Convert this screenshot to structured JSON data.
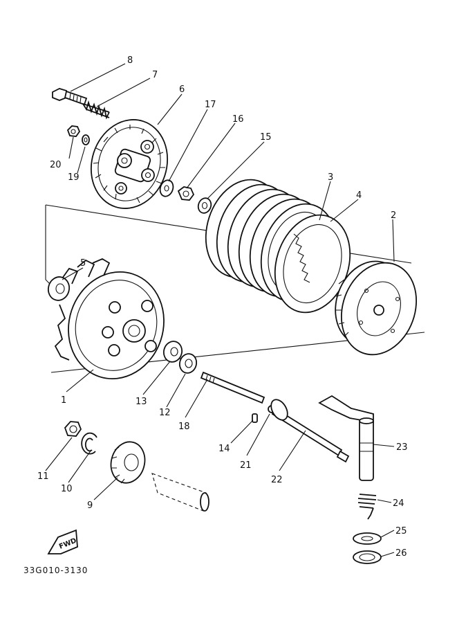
{
  "drawing": {
    "code": "33G010-3130",
    "fwd_label": "FWD"
  },
  "callouts": [
    {
      "id": "c8",
      "text": "8"
    },
    {
      "id": "c7",
      "text": "7"
    },
    {
      "id": "c6",
      "text": "6"
    },
    {
      "id": "c17",
      "text": "17"
    },
    {
      "id": "c16",
      "text": "16"
    },
    {
      "id": "c15",
      "text": "15"
    },
    {
      "id": "c20",
      "text": "20"
    },
    {
      "id": "c19",
      "text": "19"
    },
    {
      "id": "c3",
      "text": "3"
    },
    {
      "id": "c4",
      "text": "4"
    },
    {
      "id": "c2",
      "text": "2"
    },
    {
      "id": "c5",
      "text": "5"
    },
    {
      "id": "c1",
      "text": "1"
    },
    {
      "id": "c13",
      "text": "13"
    },
    {
      "id": "c12",
      "text": "12"
    },
    {
      "id": "c18",
      "text": "18"
    },
    {
      "id": "c14",
      "text": "14"
    },
    {
      "id": "c21",
      "text": "21"
    },
    {
      "id": "c22",
      "text": "22"
    },
    {
      "id": "c23",
      "text": "23"
    },
    {
      "id": "c11",
      "text": "11"
    },
    {
      "id": "c10",
      "text": "10"
    },
    {
      "id": "c9",
      "text": "9"
    },
    {
      "id": "c24",
      "text": "24"
    },
    {
      "id": "c25",
      "text": "25"
    },
    {
      "id": "c26",
      "text": "26"
    }
  ]
}
